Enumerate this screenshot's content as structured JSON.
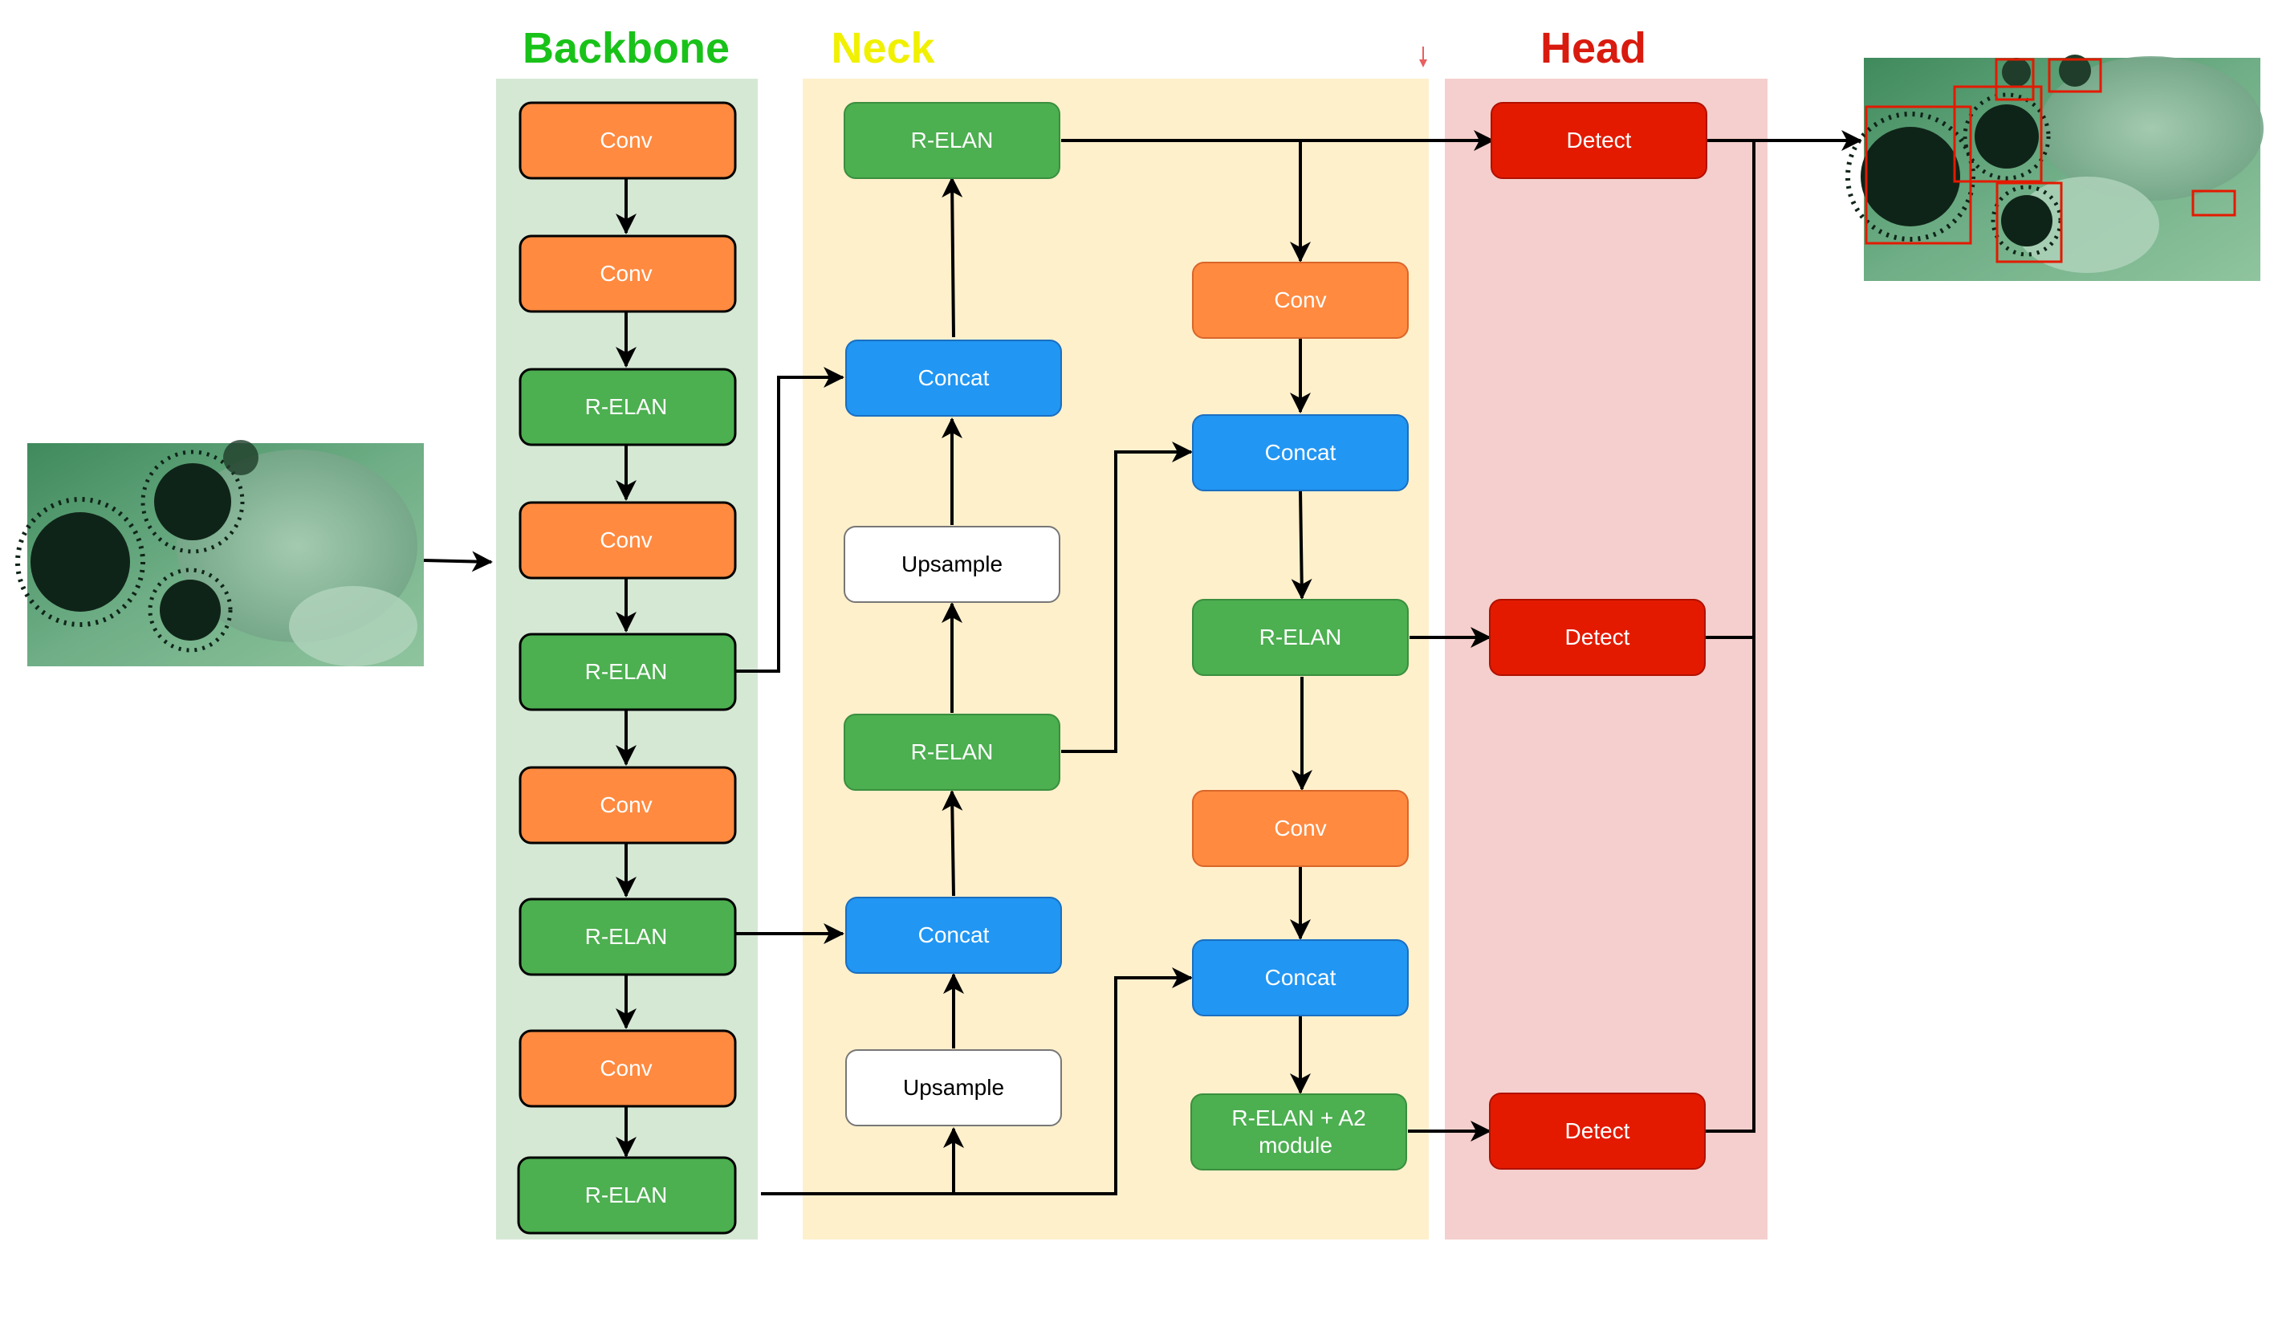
{
  "sections": {
    "backbone": {
      "title": "Backbone",
      "title_color": "#19c219",
      "bg": "#d5e8d4"
    },
    "neck": {
      "title": "Neck",
      "title_color": "#f0f000",
      "bg": "#fff0cc"
    },
    "head": {
      "title": "Head",
      "title_color": "#d91a0e",
      "bg": "#f5cfcd"
    }
  },
  "colors": {
    "conv": "#ff8a40",
    "relan": "#4caf50",
    "concat": "#2196f3",
    "upsample": "#ffffff",
    "detect": "#e31a00",
    "arrow": "#000000",
    "detection_box": "#e31a00"
  },
  "backbone": {
    "nodes": [
      "Conv",
      "Conv",
      "R-ELAN",
      "Conv",
      "R-ELAN",
      "Conv",
      "R-ELAN",
      "Conv",
      "R-ELAN"
    ]
  },
  "neck": {
    "left_column": [
      "R-ELAN",
      "Concat",
      "Upsample",
      "R-ELAN",
      "Concat",
      "Upsample"
    ],
    "right_column": [
      "Conv",
      "Concat",
      "R-ELAN",
      "Conv",
      "Concat",
      "R-ELAN + A2",
      "module"
    ]
  },
  "head": {
    "nodes": [
      "Detect",
      "Detect",
      "Detect"
    ]
  },
  "images": {
    "input": {
      "name": "input-image",
      "subject": "underwater sea urchins"
    },
    "output": {
      "name": "output-image",
      "subject": "underwater sea urchins with detection boxes"
    }
  }
}
